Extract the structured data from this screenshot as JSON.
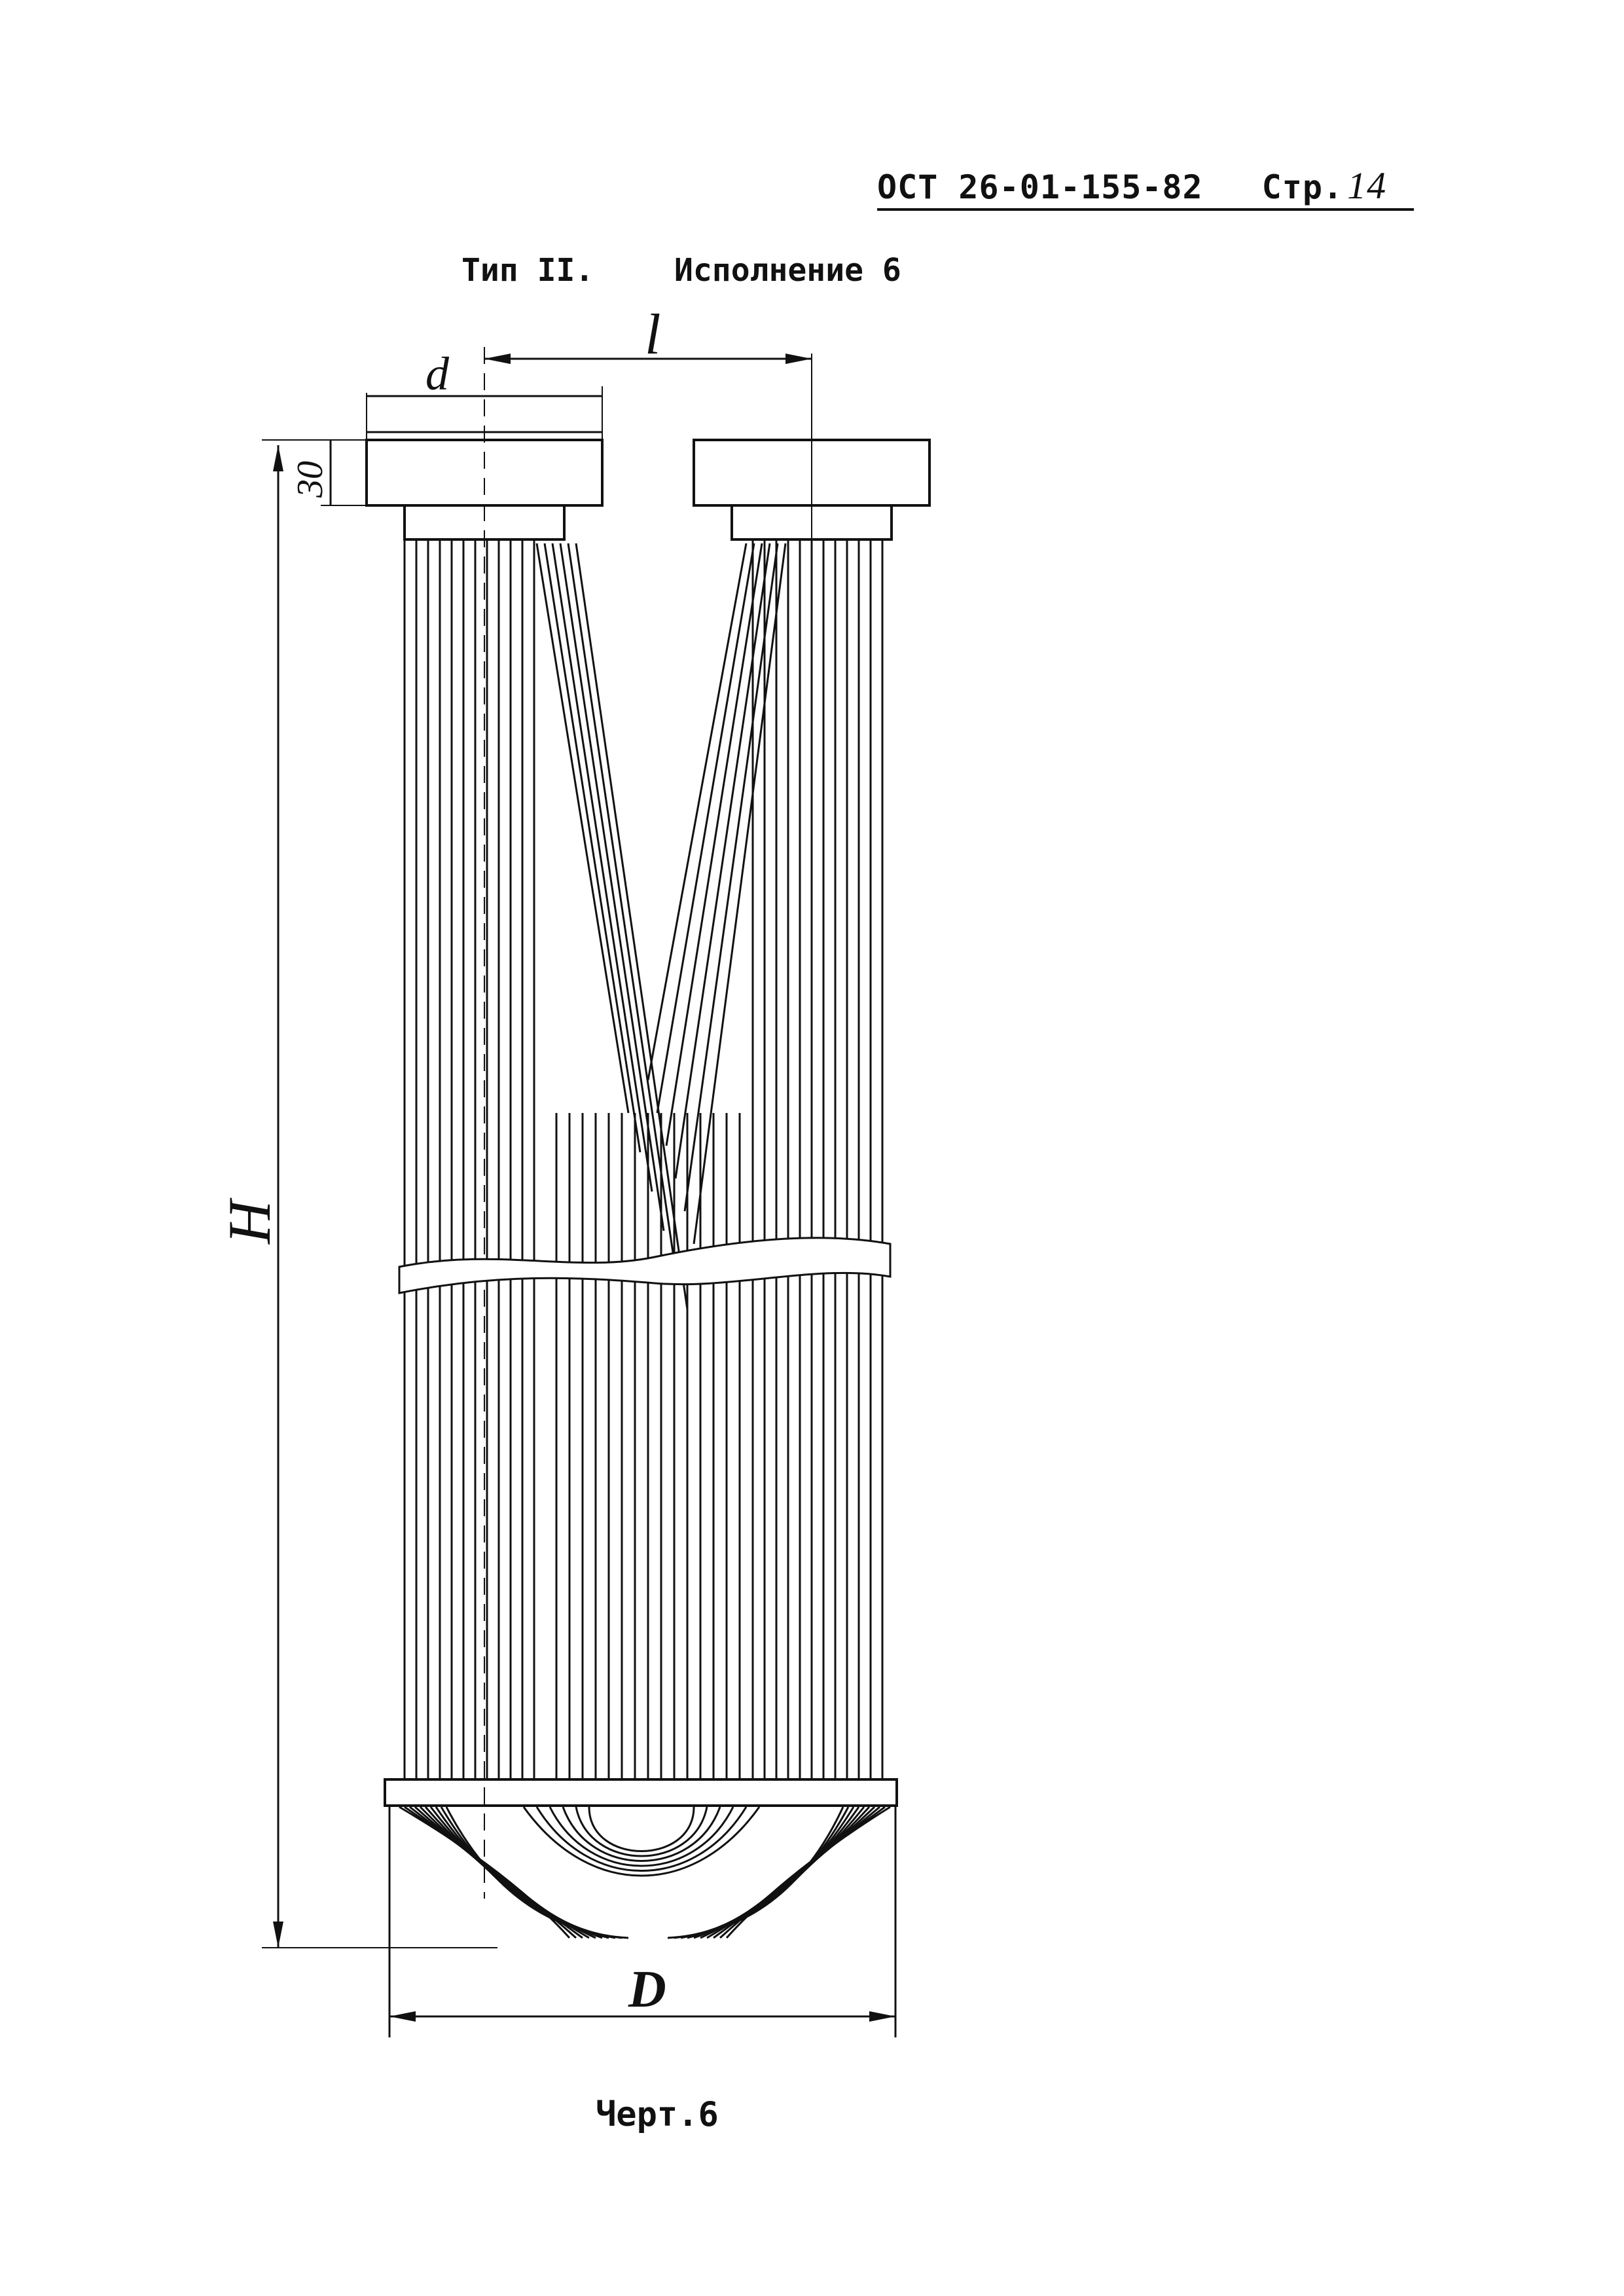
{
  "header": {
    "doc_number": "ОСТ 26-01-155-82",
    "page_label": "Стр.",
    "page_number": "14"
  },
  "title": {
    "type_label": "Тип II.",
    "variant_label": "Исполнение 6"
  },
  "dimensions": {
    "d": "d",
    "l": "l",
    "h30": "30",
    "H": "H",
    "D": "D"
  },
  "caption": "Черт.6",
  "colors": {
    "ink": "#111111",
    "paper": "#ffffff"
  }
}
